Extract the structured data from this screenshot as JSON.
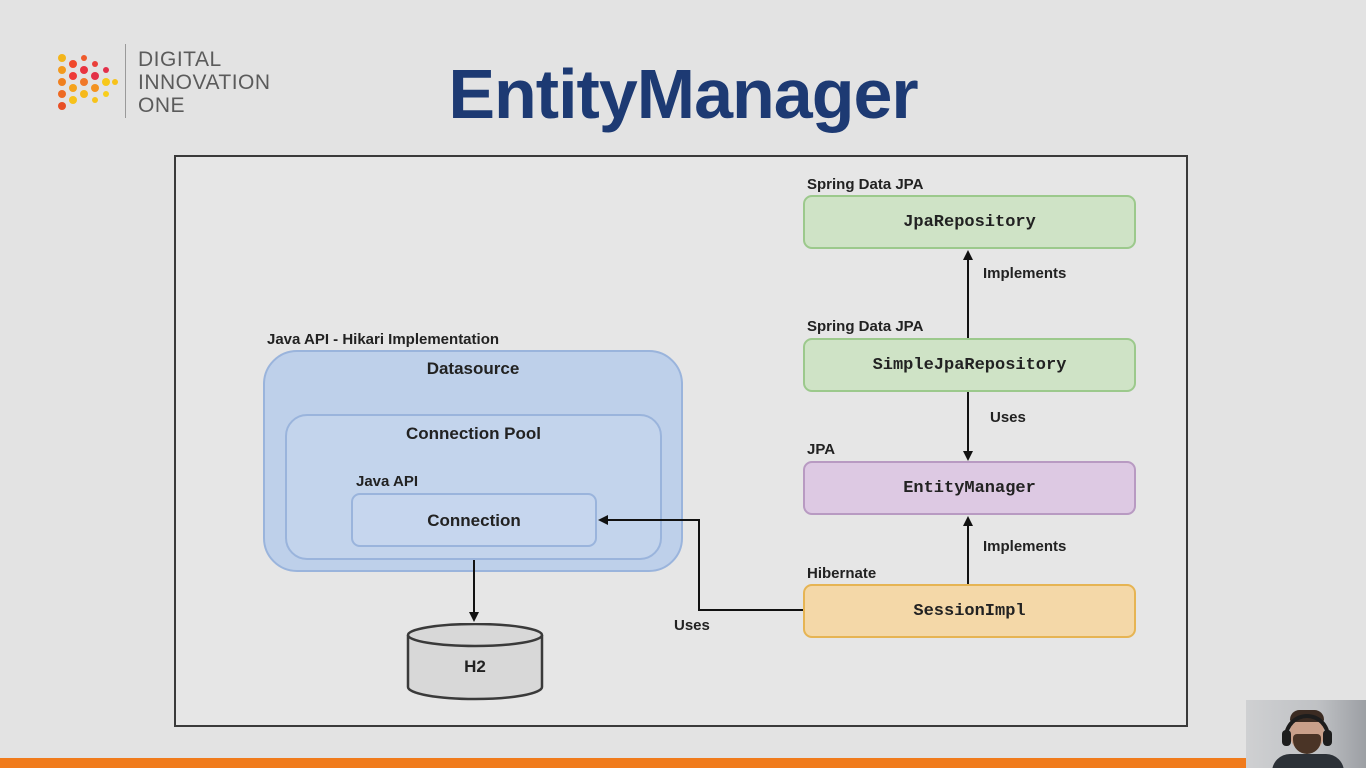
{
  "logo": {
    "lines": [
      "DIGITAL",
      "INNOVATION",
      "ONE"
    ]
  },
  "slide": {
    "title": "EntityManager"
  },
  "diagram": {
    "datasource_group": {
      "caption": "Java API - Hikari Implementation",
      "datasource_label": "Datasource",
      "pool_label": "Connection Pool",
      "connection_caption": "Java API",
      "connection_label": "Connection"
    },
    "database": {
      "label": "H2"
    },
    "nodes": {
      "jpa_repository": {
        "caption": "Spring Data JPA",
        "label": "JpaRepository",
        "color": "#cfe3c6"
      },
      "simple_jpa_repository": {
        "caption": "Spring Data JPA",
        "label": "SimpleJpaRepository",
        "color": "#cfe3c6"
      },
      "entity_manager": {
        "caption": "JPA",
        "label": "EntityManager",
        "color": "#ddc9e3"
      },
      "session_impl": {
        "caption": "Hibernate",
        "label": "SessionImpl",
        "color": "#f4d8a8"
      }
    },
    "edges": {
      "simple_to_jpa": "Implements",
      "simple_to_entity": "Uses",
      "session_to_entity": "Implements",
      "session_to_connection": "Uses"
    }
  },
  "colors": {
    "title": "#1d3a73",
    "accent_bar": "#f07b1c",
    "datasource_fill": "#bed0ea"
  }
}
